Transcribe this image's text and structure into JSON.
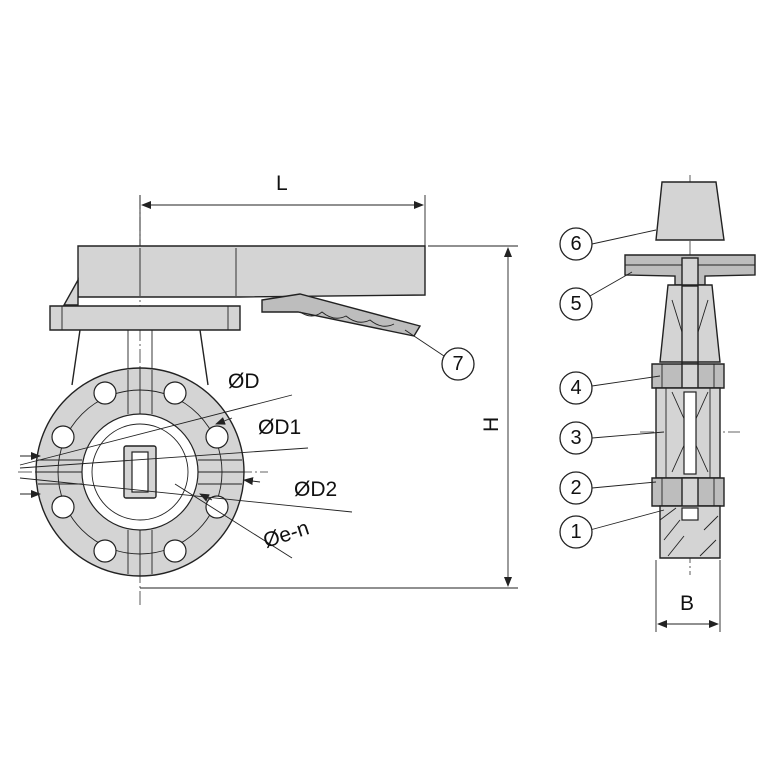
{
  "dimensions": {
    "L": "L",
    "H": "H",
    "B": "B",
    "D": "ØD",
    "D1": "ØD1",
    "D2": "ØD2",
    "en": "Øe-n"
  },
  "callouts": [
    "1",
    "2",
    "3",
    "4",
    "5",
    "6",
    "7"
  ]
}
